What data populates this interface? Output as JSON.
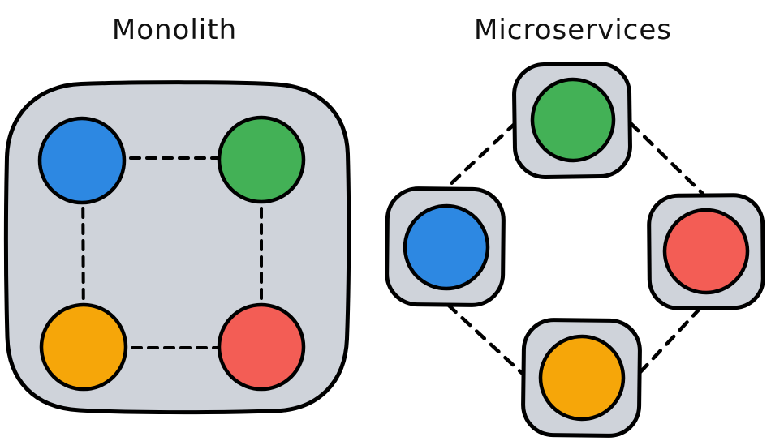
{
  "monolith": {
    "title": "Monolith",
    "modules": [
      "blue",
      "green",
      "orange",
      "red"
    ],
    "connections": [
      "blue-green",
      "blue-orange",
      "green-red",
      "orange-red"
    ]
  },
  "microservices": {
    "title": "Microservices",
    "services": [
      "green",
      "blue",
      "red",
      "orange"
    ],
    "connections": [
      "green-blue",
      "green-red",
      "blue-orange",
      "red-orange"
    ]
  },
  "colors": {
    "background": "#ffffff",
    "outline": "#000000",
    "container_fill": "#cfd3da",
    "service_blue": "#2d88e2",
    "service_green": "#43b156",
    "service_orange": "#f6a609",
    "service_red": "#f35d55"
  }
}
